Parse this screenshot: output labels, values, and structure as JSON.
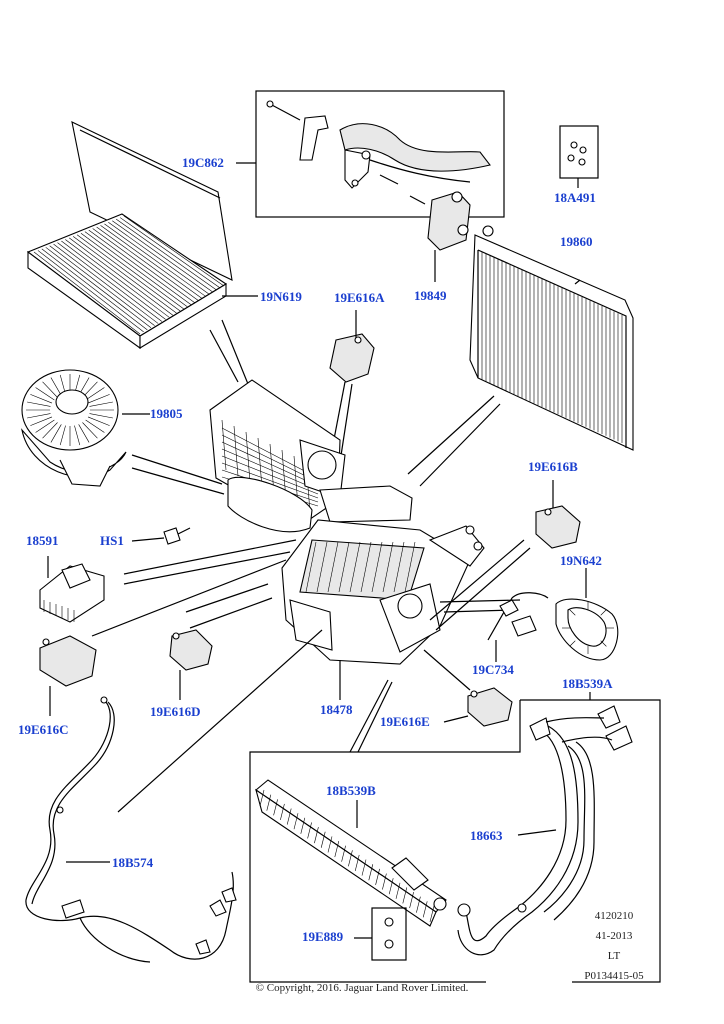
{
  "callouts": {
    "c19C862": "19C862",
    "c18A491": "18A491",
    "c19860": "19860",
    "c19849": "19849",
    "c19N619": "19N619",
    "c19E616A": "19E616A",
    "c19805": "19805",
    "c19E616B": "19E616B",
    "c18591": "18591",
    "cHS1": "HS1",
    "c19N642": "19N642",
    "c19C734": "19C734",
    "c18B539A": "18B539A",
    "c19E616D": "19E616D",
    "c18478": "18478",
    "c19E616E": "19E616E",
    "c19E616C": "19E616C",
    "c18B539B": "18B539B",
    "c18663": "18663",
    "c18B574": "18B574",
    "c19E889": "19E889"
  },
  "reference": {
    "line1": "4120210",
    "line2": "41-2013",
    "line3": "LT",
    "line4": "P0134415-05"
  },
  "copyright": "© Copyright, 2016. Jaguar Land Rover Limited."
}
